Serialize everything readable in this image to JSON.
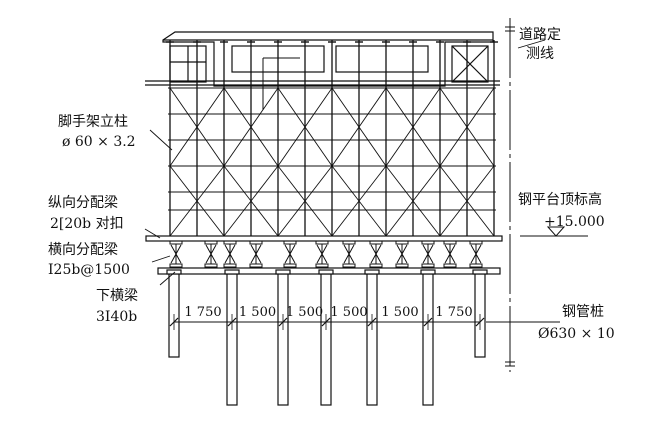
{
  "labels": {
    "road_centerline": [
      "道路定",
      "测线"
    ],
    "scaffold_post": [
      "脚手架立柱",
      "ø 60 × 3.2"
    ],
    "longitudinal_beam": [
      "纵向分配梁",
      "2[20b 对扣"
    ],
    "transverse_beam": [
      "横向分配梁",
      "I25b@1500"
    ],
    "lower_cross_beam": [
      "下横梁",
      "3I40b"
    ],
    "platform_top_elevation": [
      "钢平台顶标高",
      "+15.000"
    ],
    "steel_pipe_pile": [
      "钢管桩",
      "Ø630 × 10"
    ]
  },
  "dimensions": [
    "1 750",
    "1 500",
    "1 500",
    "1 500",
    "1 500",
    "1 750"
  ],
  "colors": {
    "line": "#111111",
    "background": "#ffffff"
  }
}
